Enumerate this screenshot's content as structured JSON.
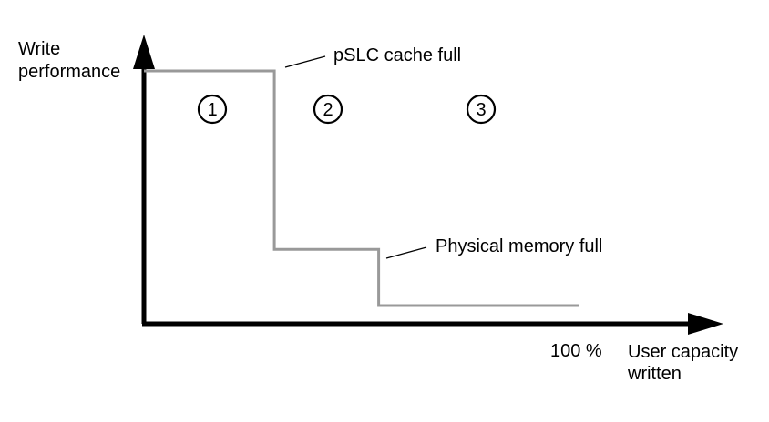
{
  "y_axis_label": [
    "Write",
    "performance"
  ],
  "x_axis_label": [
    "User capacity",
    "written"
  ],
  "x_end_tick": "100 %",
  "annotations": {
    "pslc": "pSLC cache full",
    "physical": "Physical memory full"
  },
  "phases": [
    "1",
    "2",
    "3"
  ],
  "colors": {
    "axis": "#000000",
    "curve": "#999999",
    "leader": "#000000",
    "text": "#000000"
  },
  "chart_data": {
    "type": "line",
    "description_series": [
      {
        "x": [
          0,
          30,
          30,
          54,
          54,
          100
        ],
        "y": [
          100,
          100,
          30,
          30,
          8,
          8
        ]
      }
    ],
    "xlabel": "User capacity written",
    "ylabel": "Write performance",
    "x_tick_labels": [
      "100 %"
    ],
    "annotations": [
      "pSLC cache full",
      "Physical memory full"
    ],
    "regions": [
      "1",
      "2",
      "3"
    ],
    "grid": false
  }
}
